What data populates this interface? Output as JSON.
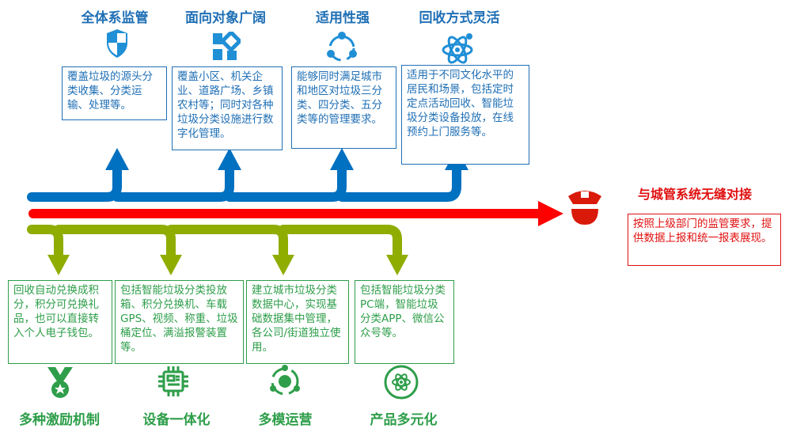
{
  "colors": {
    "blue": "#1f6fb5",
    "red": "#ff0000",
    "green_line": "#8fad00",
    "green_text": "#2e9e4a"
  },
  "top_features": [
    {
      "title": "全体系监管",
      "icon": "shield-icon",
      "desc": "覆盖垃圾的源头分类收集、分类运输、处理等。"
    },
    {
      "title": "面向对象广阔",
      "icon": "blocks-icon",
      "desc": "覆盖小区、机关企业、道路广场、乡镇农村等；同时对各种垃圾分类设施进行数字化管理。"
    },
    {
      "title": "适用性强",
      "icon": "share-nodes-icon",
      "desc": "能够同时满足城市和地区对垃圾三分类、四分类、五分类等的管理要求。"
    },
    {
      "title": "回收方式灵活",
      "icon": "atom-icon",
      "desc": "适用于不同文化水平的居民和场景，包括定时定点活动回收、智能垃圾分类设备投放，在线预约上门服务等。"
    }
  ],
  "center": {
    "title": "与城管系统无缝对接",
    "icon": "police-cap-icon",
    "desc": "按照上级部门的监管要求，提供数据上报和统一报表展现。"
  },
  "bottom_features": [
    {
      "title": "多种激励机制",
      "icon": "medal-icon",
      "desc": "回收自动兑换成积分，积分可兑换礼品，也可以直接转入个人电子钱包。"
    },
    {
      "title": "设备一体化",
      "icon": "chip-icon",
      "desc": "包括智能垃圾分类投放箱、积分兑换机、车载GPS、视频、称重、垃圾桶定位、满溢报警装置等。"
    },
    {
      "title": "多模运营",
      "icon": "orbit-icon",
      "desc": "建立城市垃圾分类数据中心，实现基础数据集中管理，各公司/街道独立使用。"
    },
    {
      "title": "产品多元化",
      "icon": "atom-circle-icon",
      "desc": "包括智能垃圾分类PC端，智能垃圾分类APP、微信公众号等。"
    }
  ]
}
